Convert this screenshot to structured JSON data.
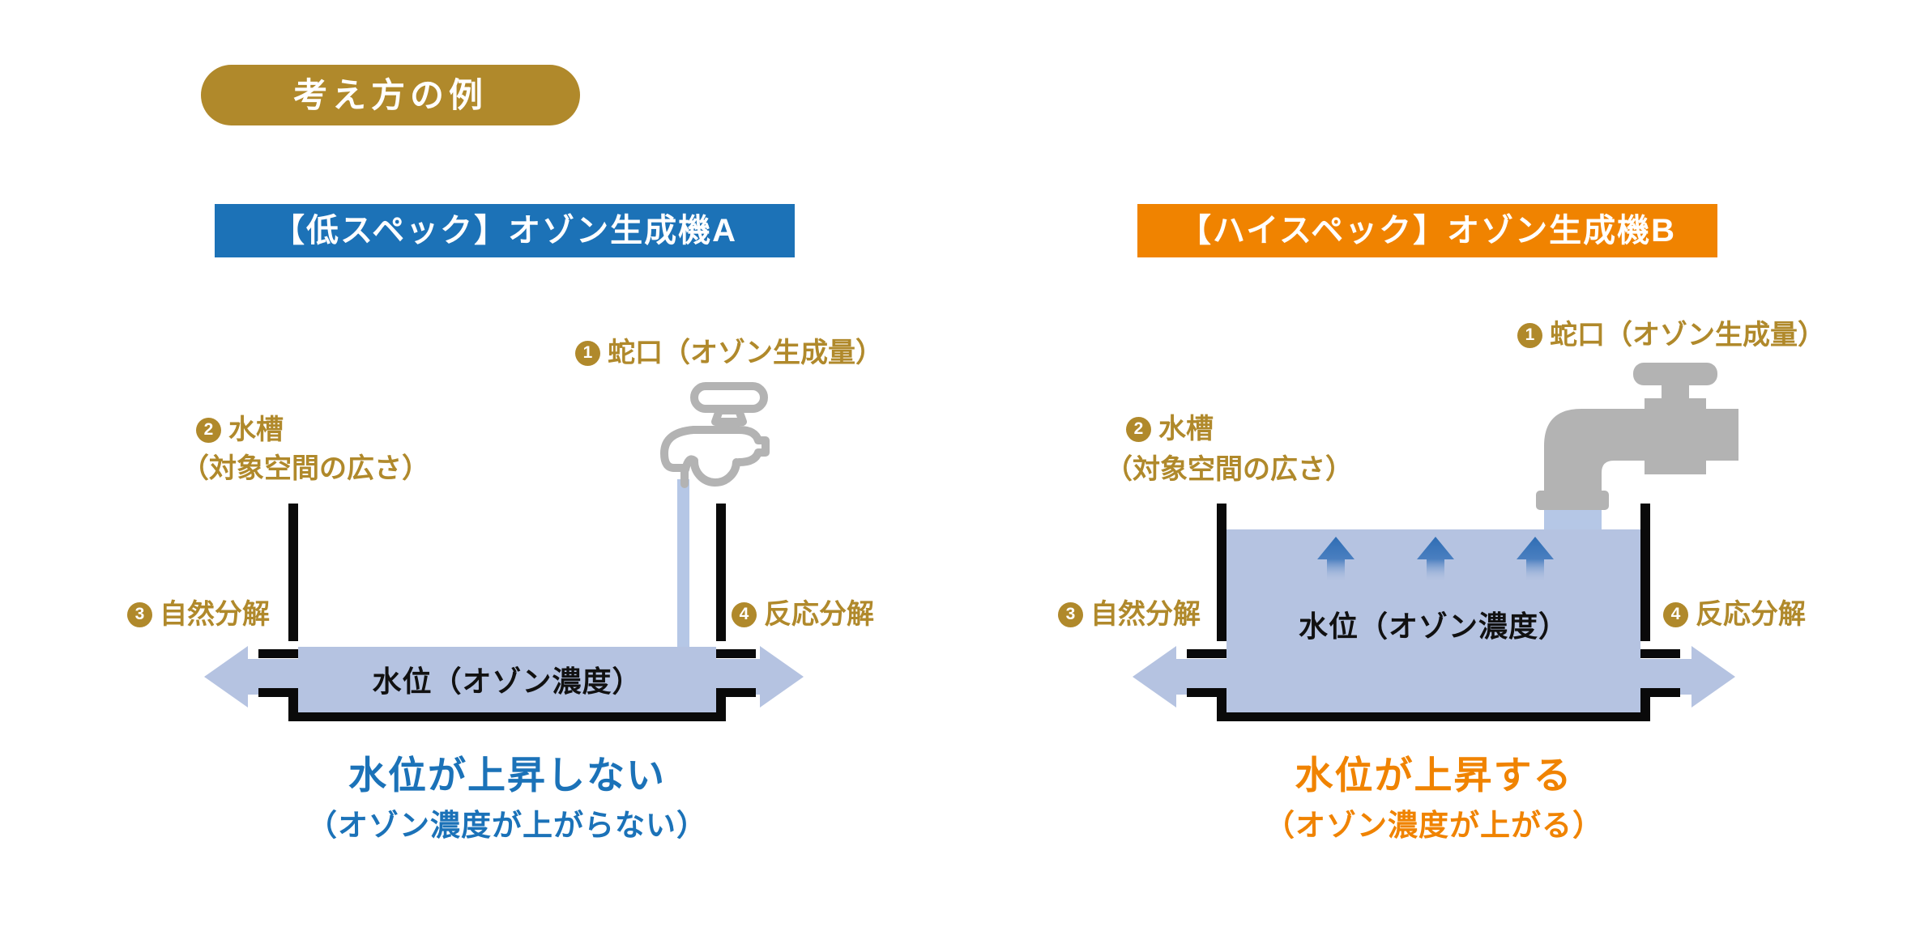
{
  "badge": "考え方の例",
  "panels": {
    "left": {
      "header": "【低スペック】オゾン生成機A",
      "step1_num": "1",
      "step1_label": "蛇口（オゾン生成量）",
      "step2_num": "2",
      "step2_label": "水槽",
      "step2_sub": "（対象空間の広さ）",
      "step3_num": "3",
      "step3_label": "自然分解",
      "step4_num": "4",
      "step4_label": "反応分解",
      "water_label": "水位（オゾン濃度）",
      "result": "水位が上昇しない",
      "result_sub": "（オゾン濃度が上がらない）"
    },
    "right": {
      "header": "【ハイスペック】オゾン生成機B",
      "step1_num": "1",
      "step1_label": "蛇口（オゾン生成量）",
      "step2_num": "2",
      "step2_label": "水槽",
      "step2_sub": "（対象空間の広さ）",
      "step3_num": "3",
      "step3_label": "自然分解",
      "step4_num": "4",
      "step4_label": "反応分解",
      "water_label": "水位（オゾン濃度）",
      "result": "水位が上昇する",
      "result_sub": "（オゾン濃度が上がる）"
    }
  },
  "colors": {
    "gold": "#B0892B",
    "header_blue": "#1C72B7",
    "header_orange": "#F08300",
    "water_blue": "#B5C3E1",
    "rise_arrow_blue": "#2E6DB4",
    "faucet_gray": "#B3B3B3",
    "wall_black": "#0A0A0A",
    "result_blue": "#1B72B8",
    "result_orange": "#F08300"
  }
}
